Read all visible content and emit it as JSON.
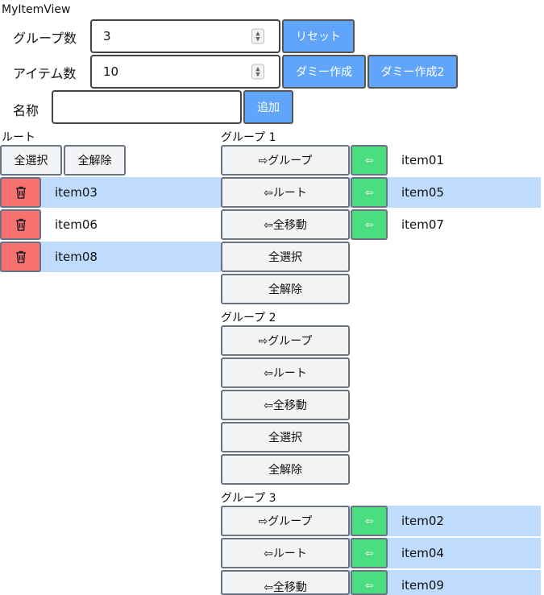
{
  "app": {
    "title": "MyItemView"
  },
  "form": {
    "group_count_label": "グループ数",
    "group_count_value": "3",
    "reset_label": "リセット",
    "item_count_label": "アイテム数",
    "item_count_value": "10",
    "dummy_create_label": "ダミー作成",
    "dummy_create2_label": "ダミー作成2",
    "name_label": "名称",
    "name_value": "",
    "add_label": "追加"
  },
  "root": {
    "title": "ルート",
    "select_all_label": "全選択",
    "deselect_all_label": "全解除",
    "items": [
      {
        "name": "item03",
        "selected": true
      },
      {
        "name": "item06",
        "selected": false
      },
      {
        "name": "item08",
        "selected": true
      }
    ]
  },
  "group_actions": {
    "to_group_label": "⇨グループ",
    "to_root_label": "⇦ルート",
    "move_all_label": "⇦全移動",
    "select_all_label": "全選択",
    "deselect_all_label": "全解除",
    "move_item_glyph": "⇦"
  },
  "groups": [
    {
      "title": "グループ 1",
      "items": [
        {
          "name": "item01",
          "selected": false
        },
        {
          "name": "item05",
          "selected": true
        },
        {
          "name": "item07",
          "selected": false
        }
      ]
    },
    {
      "title": "グループ 2",
      "items": []
    },
    {
      "title": "グループ 3",
      "items": [
        {
          "name": "item02",
          "selected": true
        },
        {
          "name": "item04",
          "selected": true
        },
        {
          "name": "item09",
          "selected": true
        }
      ]
    }
  ],
  "icons": {
    "delete": "trash-icon"
  },
  "colors": {
    "primary_button": "#60a5fa",
    "delete_button": "#f87171",
    "move_button": "#4ade80",
    "selected_row": "#bfdbfe",
    "neutral_button": "#f3f4f6"
  }
}
